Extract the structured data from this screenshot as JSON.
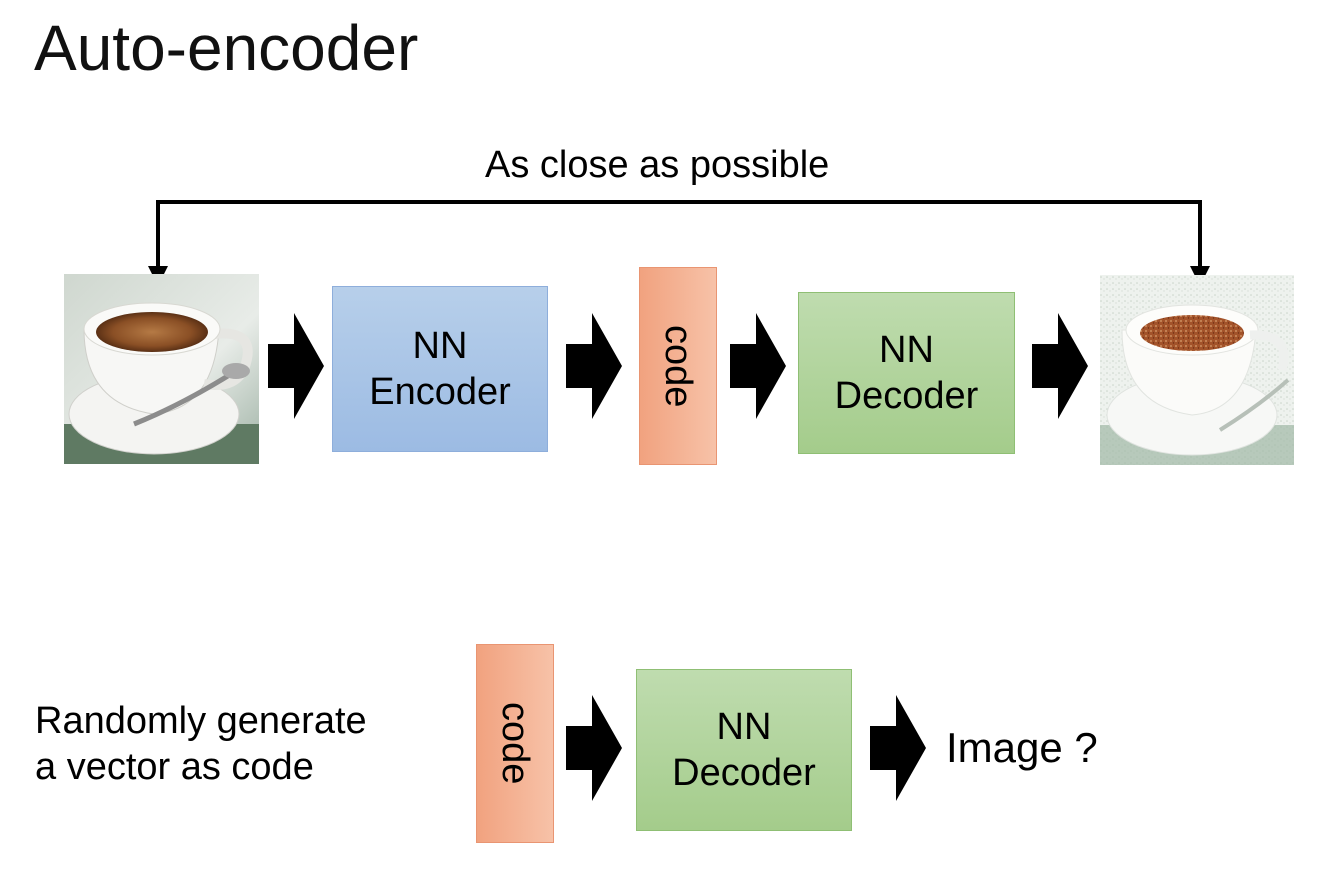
{
  "slide": {
    "title": "Auto-encoder"
  },
  "top": {
    "loop_label": "As close as possible",
    "encoder_label_1": "NN",
    "encoder_label_2": "Encoder",
    "code_label": "code",
    "decoder_label_1": "NN",
    "decoder_label_2": "Decoder"
  },
  "bottom": {
    "caption_line_1": "Randomly generate",
    "caption_line_2": "a vector as code",
    "code_label": "code",
    "decoder_label_1": "NN",
    "decoder_label_2": "Decoder",
    "output_label": "Image ?"
  },
  "colors": {
    "encoder": "#9cbbe3",
    "decoder": "#a4cc8b",
    "code": "#f1a27f",
    "arrow": "#000000"
  }
}
